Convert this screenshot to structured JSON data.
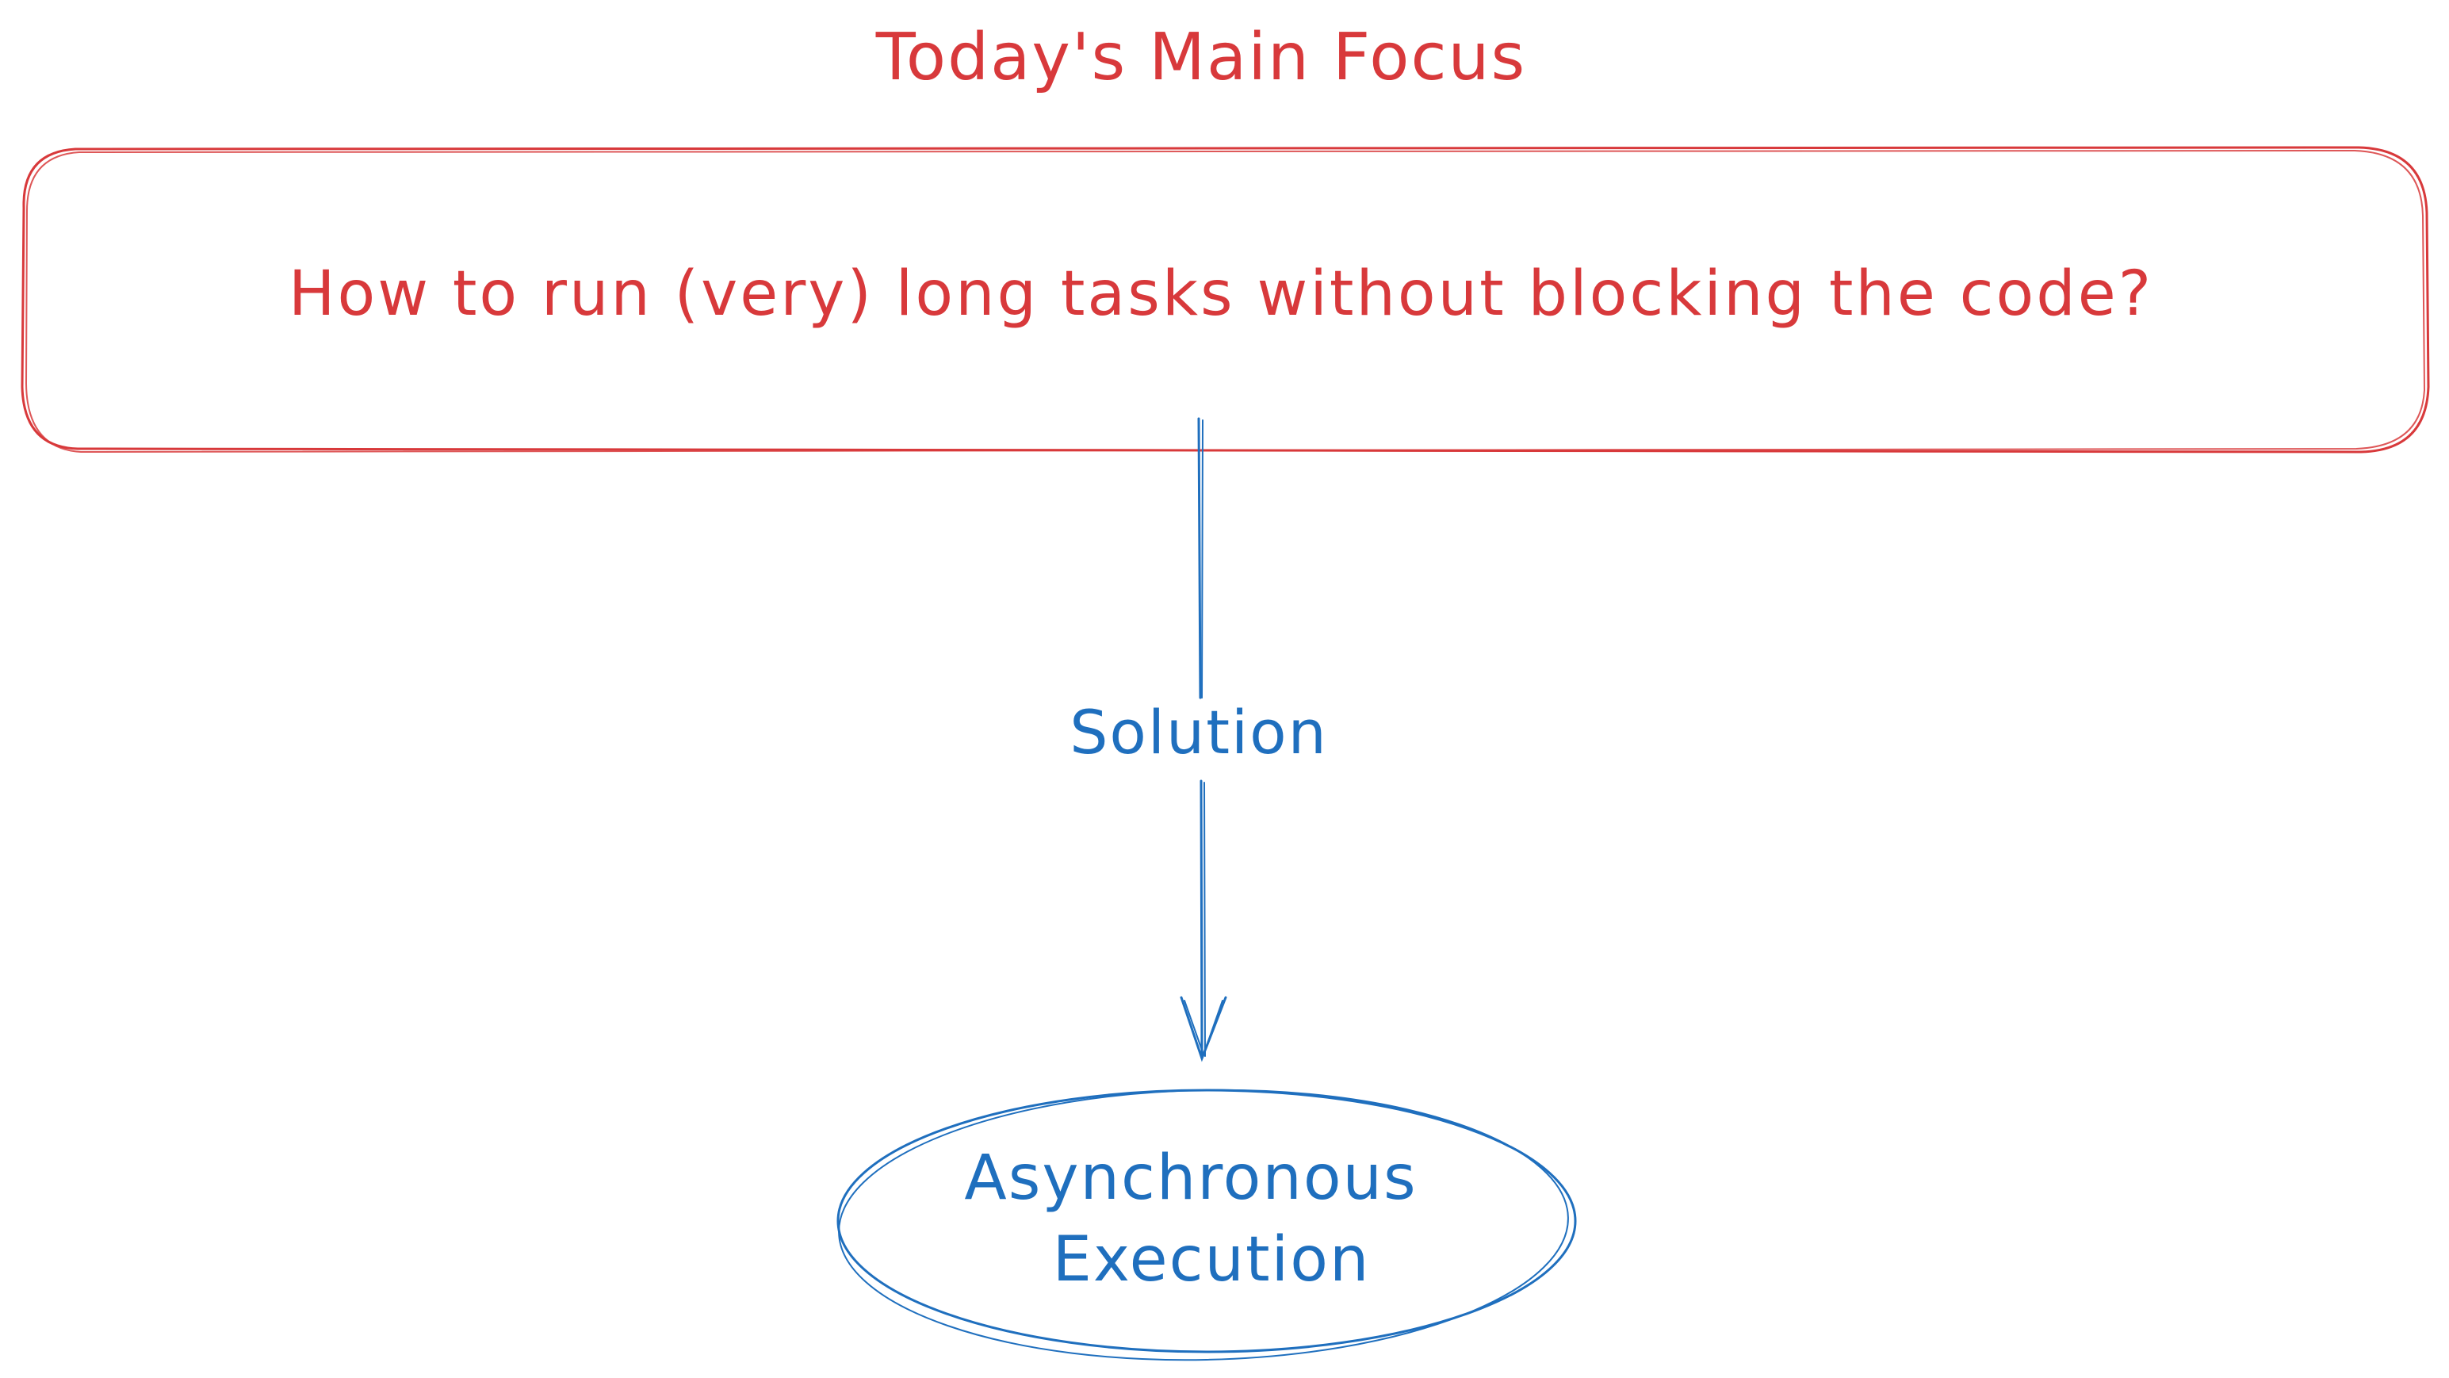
{
  "title": "Today's Main Focus",
  "question": "How to run (very) long tasks without blocking the code?",
  "connector_label": "Solution",
  "answer_lines": [
    "Asynchronous",
    "Execution"
  ],
  "colors": {
    "problem": "#d8393b",
    "solution": "#1f6fbe",
    "background": "#ffffff"
  }
}
